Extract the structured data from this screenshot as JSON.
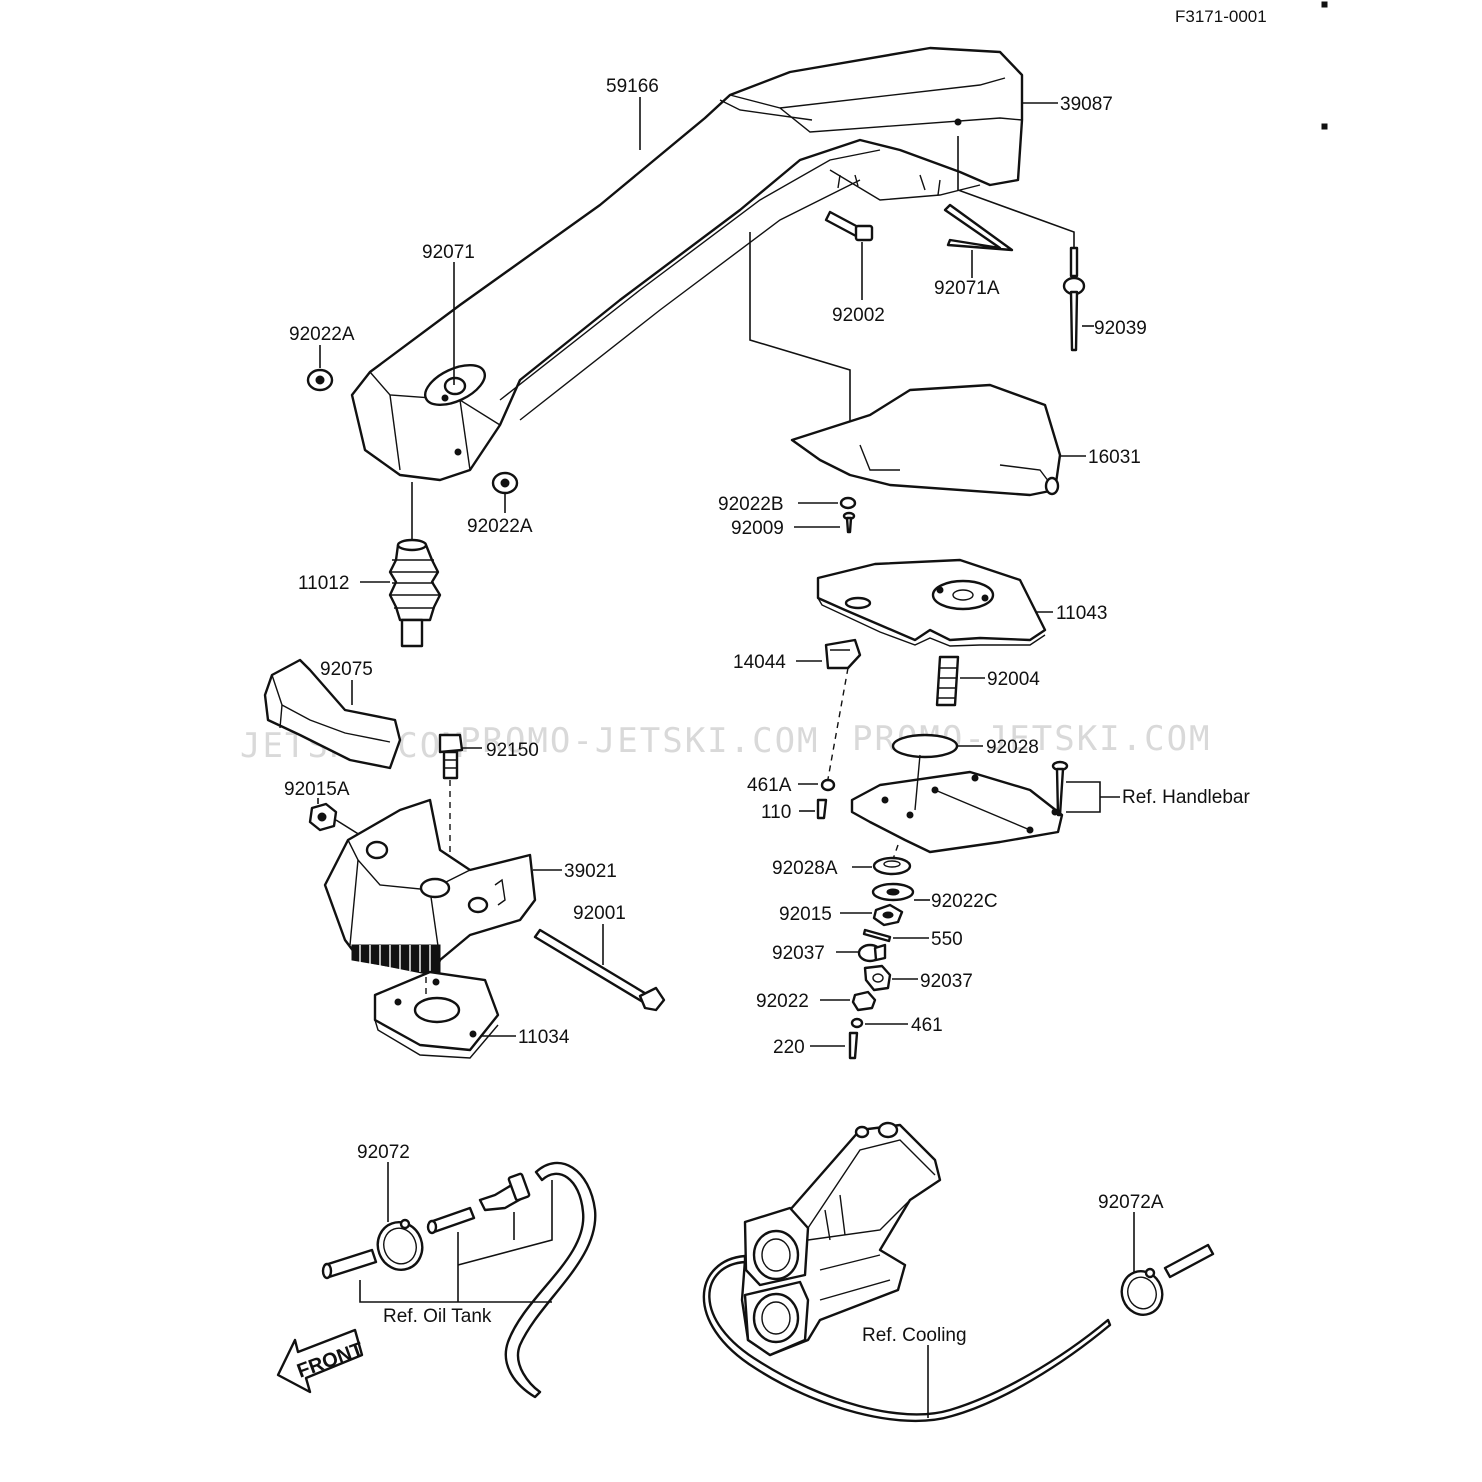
{
  "diagram_code": "F3171-0001",
  "watermark": {
    "left": "JETSKI.COM",
    "middle": "PROMO-JETSKI.COM",
    "right": "PROMO-JETSKI.COM"
  },
  "parts": {
    "p59166": "59166",
    "p39087": "39087",
    "p92071": "92071",
    "p92002": "92002",
    "p92071A": "92071A",
    "p92039": "92039",
    "p92022A_1": "92022A",
    "p92022A_2": "92022A",
    "p16031": "16031",
    "p92022B": "92022B",
    "p92009": "92009",
    "p11012": "11012",
    "p11043": "11043",
    "p92075": "92075",
    "p14044": "14044",
    "p92004": "92004",
    "p92150": "92150",
    "p92028": "92028",
    "p92015A": "92015A",
    "p461A": "461A",
    "p110": "110",
    "p39021": "39021",
    "p92001": "92001",
    "p92028A": "92028A",
    "p92022C": "92022C",
    "p92015": "92015",
    "p550": "550",
    "p92037_1": "92037",
    "p92037_2": "92037",
    "p92022": "92022",
    "p461": "461",
    "p220": "220",
    "p11034": "11034",
    "p92072": "92072",
    "p92072A": "92072A"
  },
  "refs": {
    "handlebar": "Ref. Handlebar",
    "oil_tank": "Ref. Oil Tank",
    "cooling": "Ref. Cooling"
  },
  "front_arrow": "FRONT"
}
